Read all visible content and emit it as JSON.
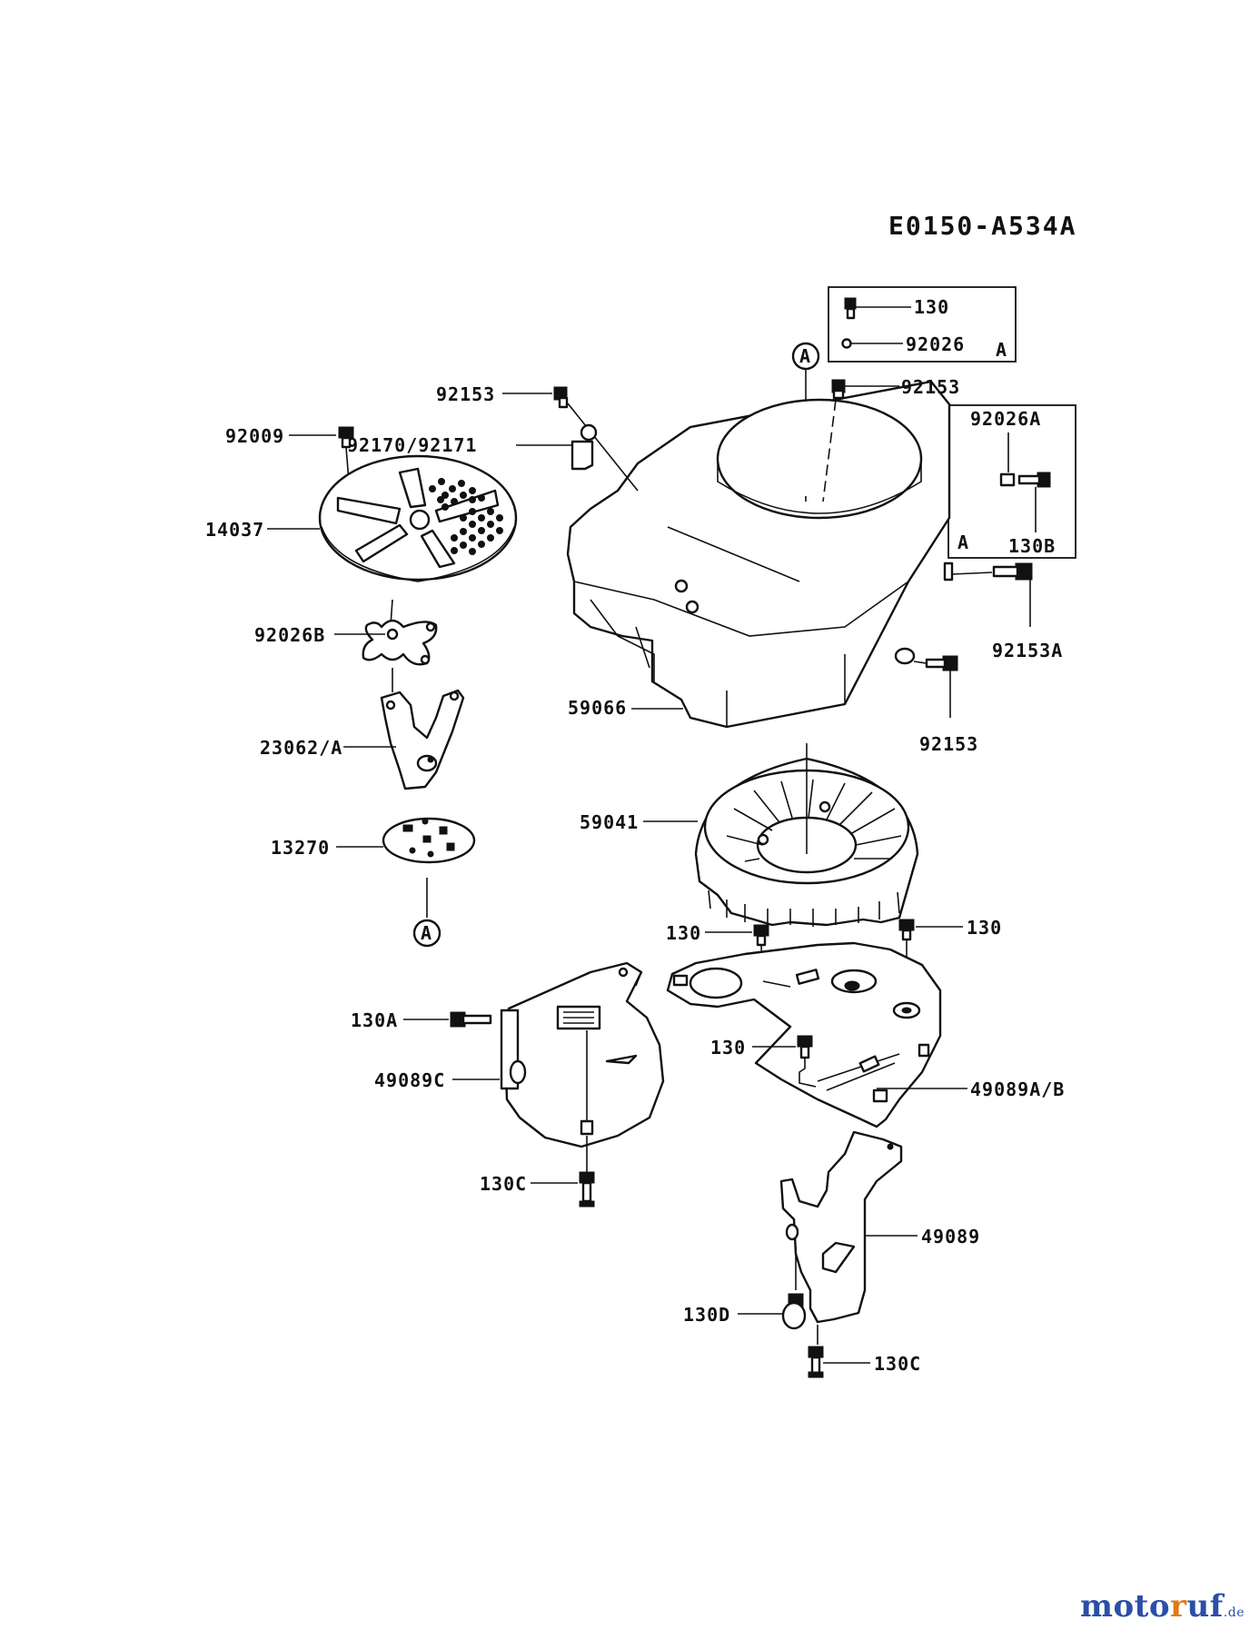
{
  "diagram_code": "E0150-A534A",
  "labels": {
    "p130_box": "130",
    "p92026_box": "92026",
    "box1_ref": "A",
    "ref_a_top": "A",
    "p92153_a": "92153",
    "p92153_b": "92153",
    "p92153_c": "92153",
    "p92153A": "92153A",
    "p92026A": "92026A",
    "p130B": "130B",
    "box2_ref": "A",
    "p92009": "92009",
    "p92170": "92170/92171",
    "p14037": "14037",
    "p92026B": "92026B",
    "p23062": "23062/A",
    "p59066": "59066",
    "p59041": "59041",
    "p13270": "13270",
    "ref_a_bottom": "A",
    "p130_l": "130",
    "p130_r": "130",
    "p130_m": "130",
    "p130A": "130A",
    "p49089C": "49089C",
    "p49089AB": "49089A/B",
    "p130C_l": "130C",
    "p49089": "49089",
    "p130D": "130D",
    "p130C_r": "130C"
  },
  "watermark": {
    "part1": "moto",
    "part2": "r",
    "part3": "uf",
    "suffix": ".de"
  },
  "icons": [
    "bolt-icon",
    "washer-icon",
    "circle-reference-icon"
  ]
}
